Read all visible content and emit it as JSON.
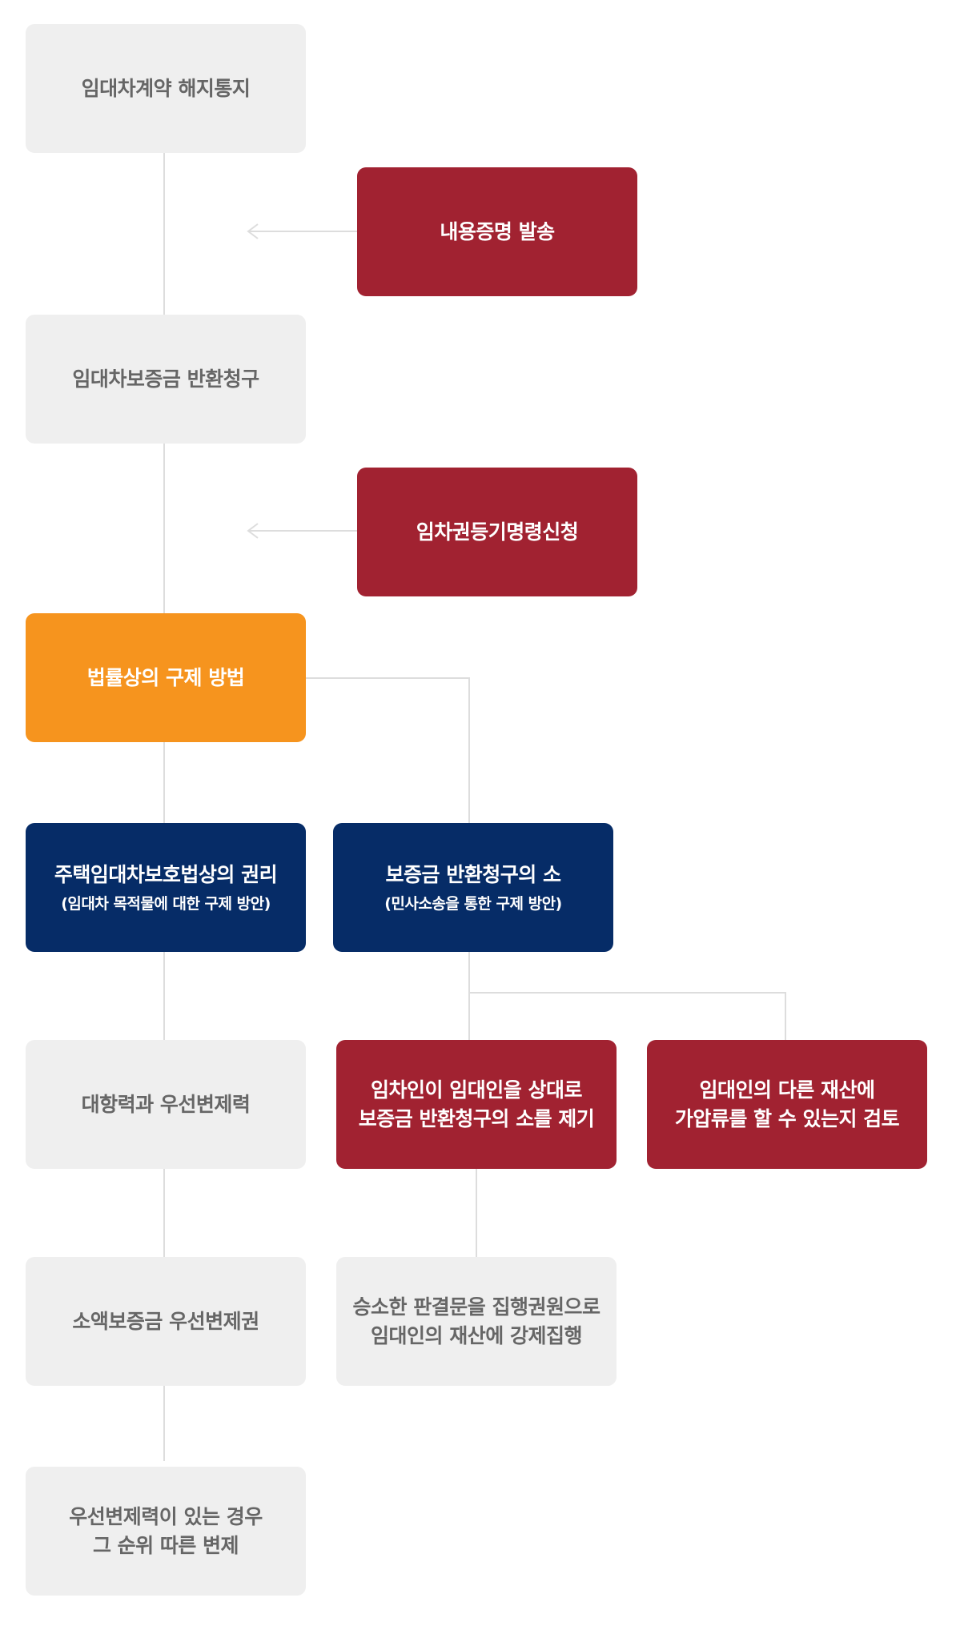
{
  "diagram": {
    "nodes": {
      "termination_notice": "임대차계약 해지통지",
      "certified_mail": "내용증명 발송",
      "deposit_claim": "임대차보증금 반환청구",
      "lease_registration": "임차권등기명령신청",
      "legal_remedies": "법률상의 구제 방법",
      "housing_act_rights": {
        "title": "주택임대차보호법상의 권리",
        "subtitle": "(임대차 목적물에 대한 구제 방안)"
      },
      "deposit_lawsuit": {
        "title": "보증금 반환청구의 소",
        "subtitle": "(민사소송을 통한 구제 방안)"
      },
      "opposing_power": "대항력과 우선변제력",
      "tenant_sues": {
        "line1": "임차인이 임대인을 상대로",
        "line2": "보증금 반환청구의 소를 제기"
      },
      "provisional_seizure": {
        "line1": "임대인의 다른 재산에",
        "line2": "가압류를 할 수 있는지 검토"
      },
      "small_deposit_priority": "소액보증금 우선변제권",
      "compulsory_execution": {
        "line1": "승소한 판결문을 집행권원으로",
        "line2": "임대인의 재산에 강제집행"
      },
      "priority_order": {
        "line1": "우선변제력이 있는 경우",
        "line2": "그 순위 따른 변제"
      }
    },
    "colors": {
      "gray_box": "#efefef",
      "gray_text": "#666666",
      "red": "#a12231",
      "orange": "#f6941e",
      "navy": "#062c67",
      "connector": "#dddddd"
    }
  }
}
